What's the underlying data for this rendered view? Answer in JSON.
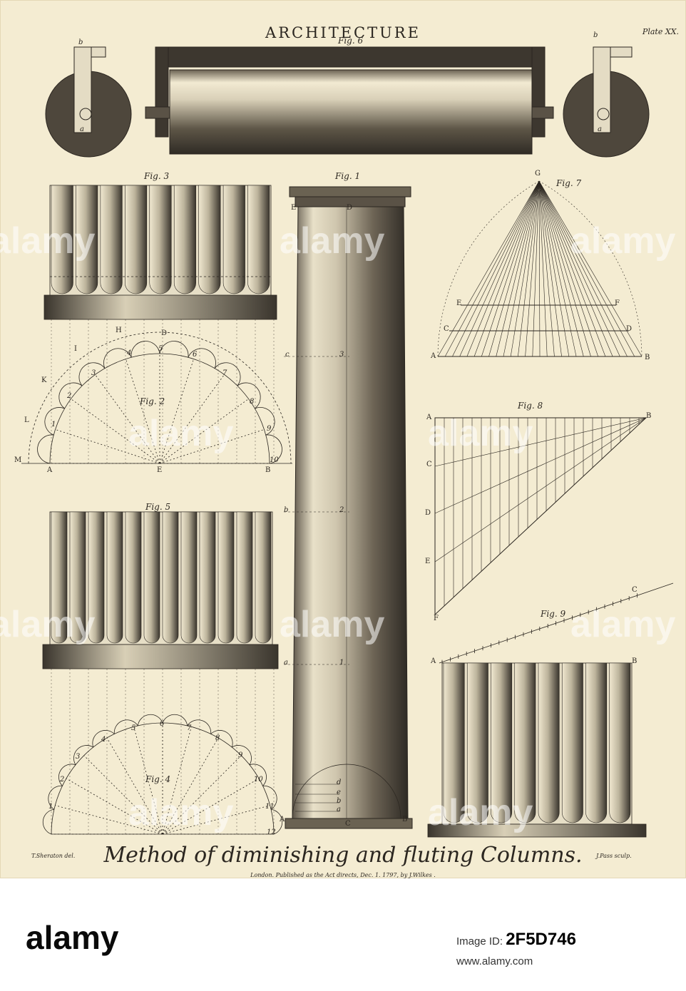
{
  "plate": {
    "title": "ARCHITECTURE",
    "plate_number": "Plate XX.",
    "caption": "Method of diminishing and fluting Columns.",
    "publisher": "London. Published as the Act directs, Dec. 1. 1797, by J.Wilkes .",
    "delineator": "T.Sheraton  del.",
    "engraver": "J.Pass  sculp."
  },
  "figures": {
    "fig1": "Fig. 1",
    "fig2": "Fig. 2",
    "fig3": "Fig. 3",
    "fig4": "Fig. 4",
    "fig5": "Fig. 5",
    "fig6": "Fig. 6",
    "fig7": "Fig. 7",
    "fig8": "Fig. 8",
    "fig9": "Fig. 9"
  },
  "labels": {
    "b": "b",
    "a": "a",
    "E": "E",
    "D": "D",
    "A": "A",
    "B": "B",
    "C": "C",
    "F": "F",
    "G": "G",
    "H": "H",
    "I": "I",
    "K": "K",
    "L": "L",
    "M": "M",
    "c": "c",
    "d": "d",
    "e": "e",
    "n1": "1",
    "n2": "2",
    "n3": "3",
    "n4": "4",
    "n5": "5",
    "n6": "6",
    "n7": "7",
    "n8": "8",
    "n9": "9",
    "n10": "10",
    "n11": "11",
    "n12": "12"
  },
  "watermark": {
    "text": "alamy"
  },
  "footer": {
    "logo": "alamy",
    "image_id_label": "Image ID:",
    "image_id": "2F5D746",
    "url": "www.alamy.com"
  },
  "colors": {
    "paper": "#f4ecd2",
    "ink": "#2b2620",
    "shade": "#4a4338"
  }
}
